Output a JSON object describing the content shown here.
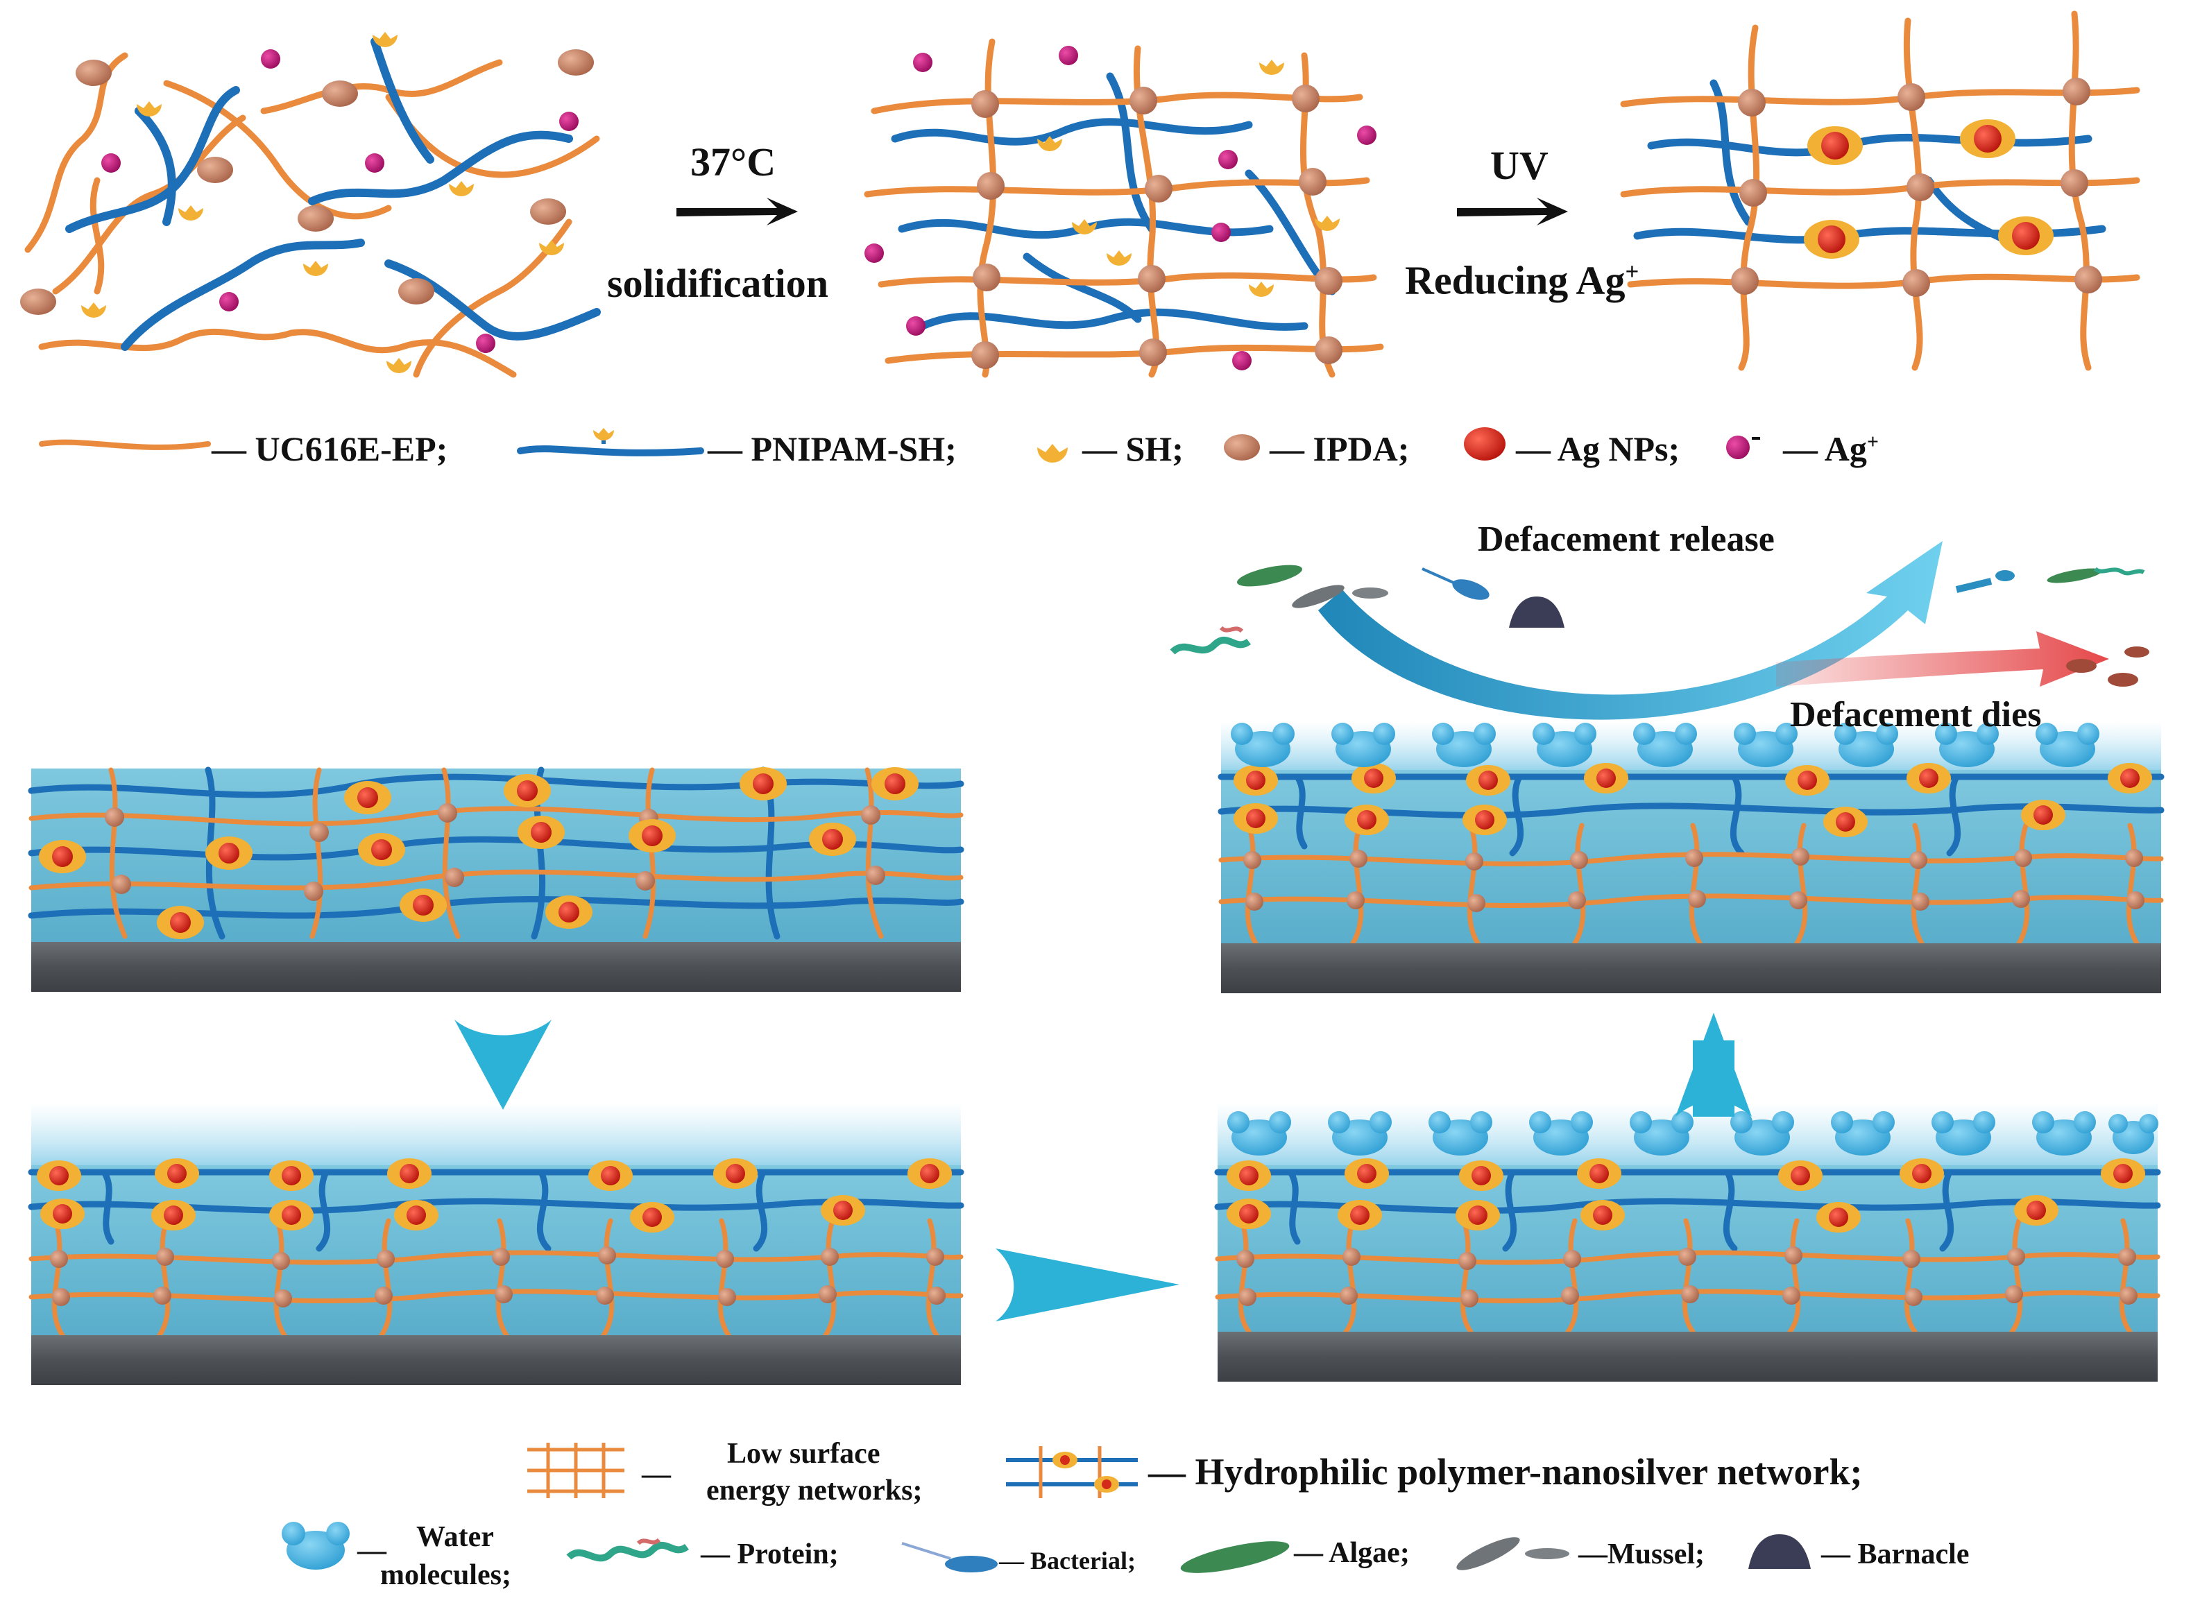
{
  "top_scheme": {
    "step1": {
      "top": "37°C",
      "bottom": "solidification"
    },
    "step2": {
      "top": "UV",
      "bottom": "Reducing Ag",
      "bottom_sup": "+"
    }
  },
  "legend_top": {
    "uc616e": "— UC616E-EP;",
    "pnipam": "— PNIPAM-SH;",
    "sh": "— SH;",
    "ipda": "— IPDA;",
    "agnps": "— Ag NPs;",
    "agion": "— Ag",
    "agion_sup": "+"
  },
  "release": {
    "title": "Defacement release",
    "dies": "Defacement dies"
  },
  "legend_bottom": {
    "low_energy_line1": "Low surface",
    "low_energy_line2": "energy networks;",
    "low_energy_dash": "—",
    "hydrophilic": "— Hydrophilic polymer-nanosilver network;",
    "water_dash": "—",
    "water_line1": "Water",
    "water_line2": "molecules;",
    "protein": "— Protein;",
    "bacterial": "— Bacterial;",
    "algae": "— Algae;",
    "mussel": "—Mussel;",
    "barnacle": "— Barnacle"
  },
  "colors": {
    "orange_chain": "#e98a3c",
    "blue_chain": "#1d6fb8",
    "node": "#c98463",
    "thiol": "#f2b134",
    "silver_core": "#d42a1c",
    "ion": "#c0157a",
    "substrate": "#55595e",
    "water": "#5bbbe6",
    "arrow_cyan": "#2bb2d6",
    "arrow_red": "#e5484a"
  }
}
